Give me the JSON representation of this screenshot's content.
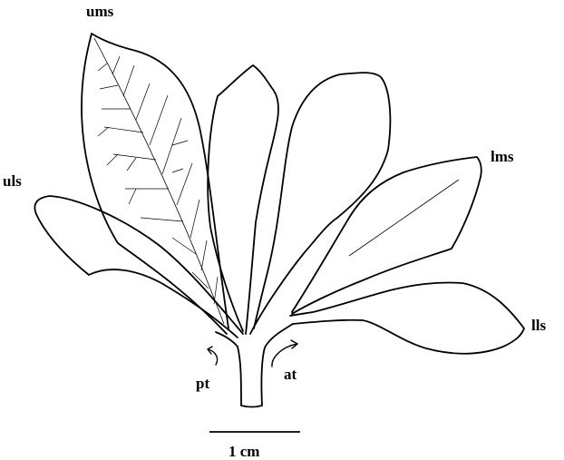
{
  "labels": {
    "ums": "ums",
    "uls": "uls",
    "lms": "lms",
    "lls": "lls",
    "pt": "pt",
    "at": "at"
  },
  "scale_bar": {
    "label": "1 cm"
  },
  "colors": {
    "stroke": "#000000",
    "background": "#ffffff"
  }
}
